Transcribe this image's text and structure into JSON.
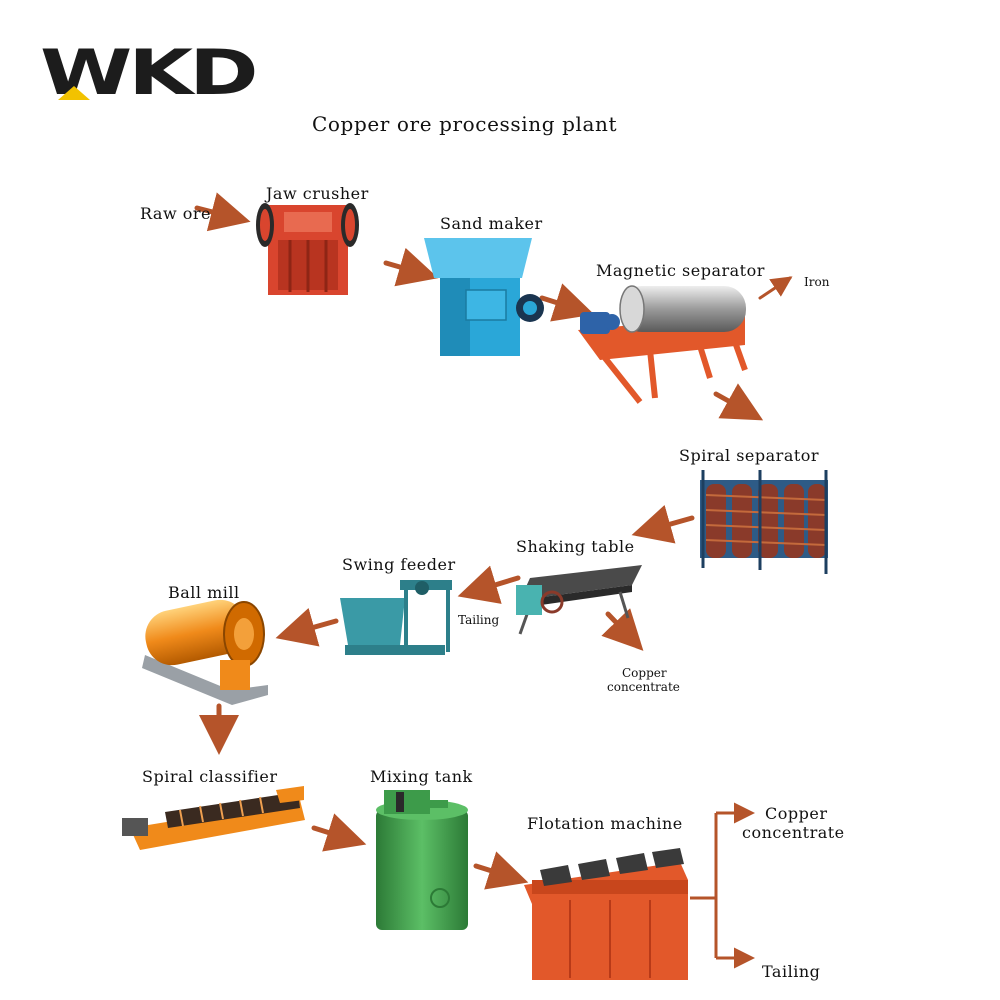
{
  "logo": {
    "text": "WKD",
    "accent": "#f2c200"
  },
  "title": "Copper ore processing plant",
  "labels": {
    "raw_ore": "Raw ore",
    "jaw_crusher": "Jaw crusher",
    "sand_maker": "Sand maker",
    "magnetic_separator": "Magnetic separator",
    "iron": "Iron",
    "spiral_separator": "Spiral separator",
    "shaking_table": "Shaking table",
    "tailing_small": "Tailing",
    "copper_small_1": "Copper",
    "copper_small_2": "concentrate",
    "swing_feeder": "Swing feeder",
    "ball_mill": "Ball mill",
    "spiral_classifier": "Spiral classifier",
    "mixing_tank": "Mixing tank",
    "flotation_machine": "Flotation machine",
    "copper_out_1": "Copper",
    "copper_out_2": "concentrate",
    "tailing_out": "Tailing"
  },
  "icons": [
    "jaw-crusher-icon",
    "sand-maker-icon",
    "magnetic-separator-icon",
    "spiral-separator-icon",
    "shaking-table-icon",
    "swing-feeder-icon",
    "ball-mill-icon",
    "spiral-classifier-icon",
    "mixing-tank-icon",
    "flotation-machine-icon"
  ],
  "colors": {
    "arrow": "#b5542a",
    "red_machine": "#d9452e",
    "blue_machine": "#2aa7d8",
    "orange_machine": "#f08a1a",
    "teal_machine": "#3a9aa6",
    "green_tank": "#3d9b4a",
    "spiral_brown": "#8a3a2a"
  }
}
